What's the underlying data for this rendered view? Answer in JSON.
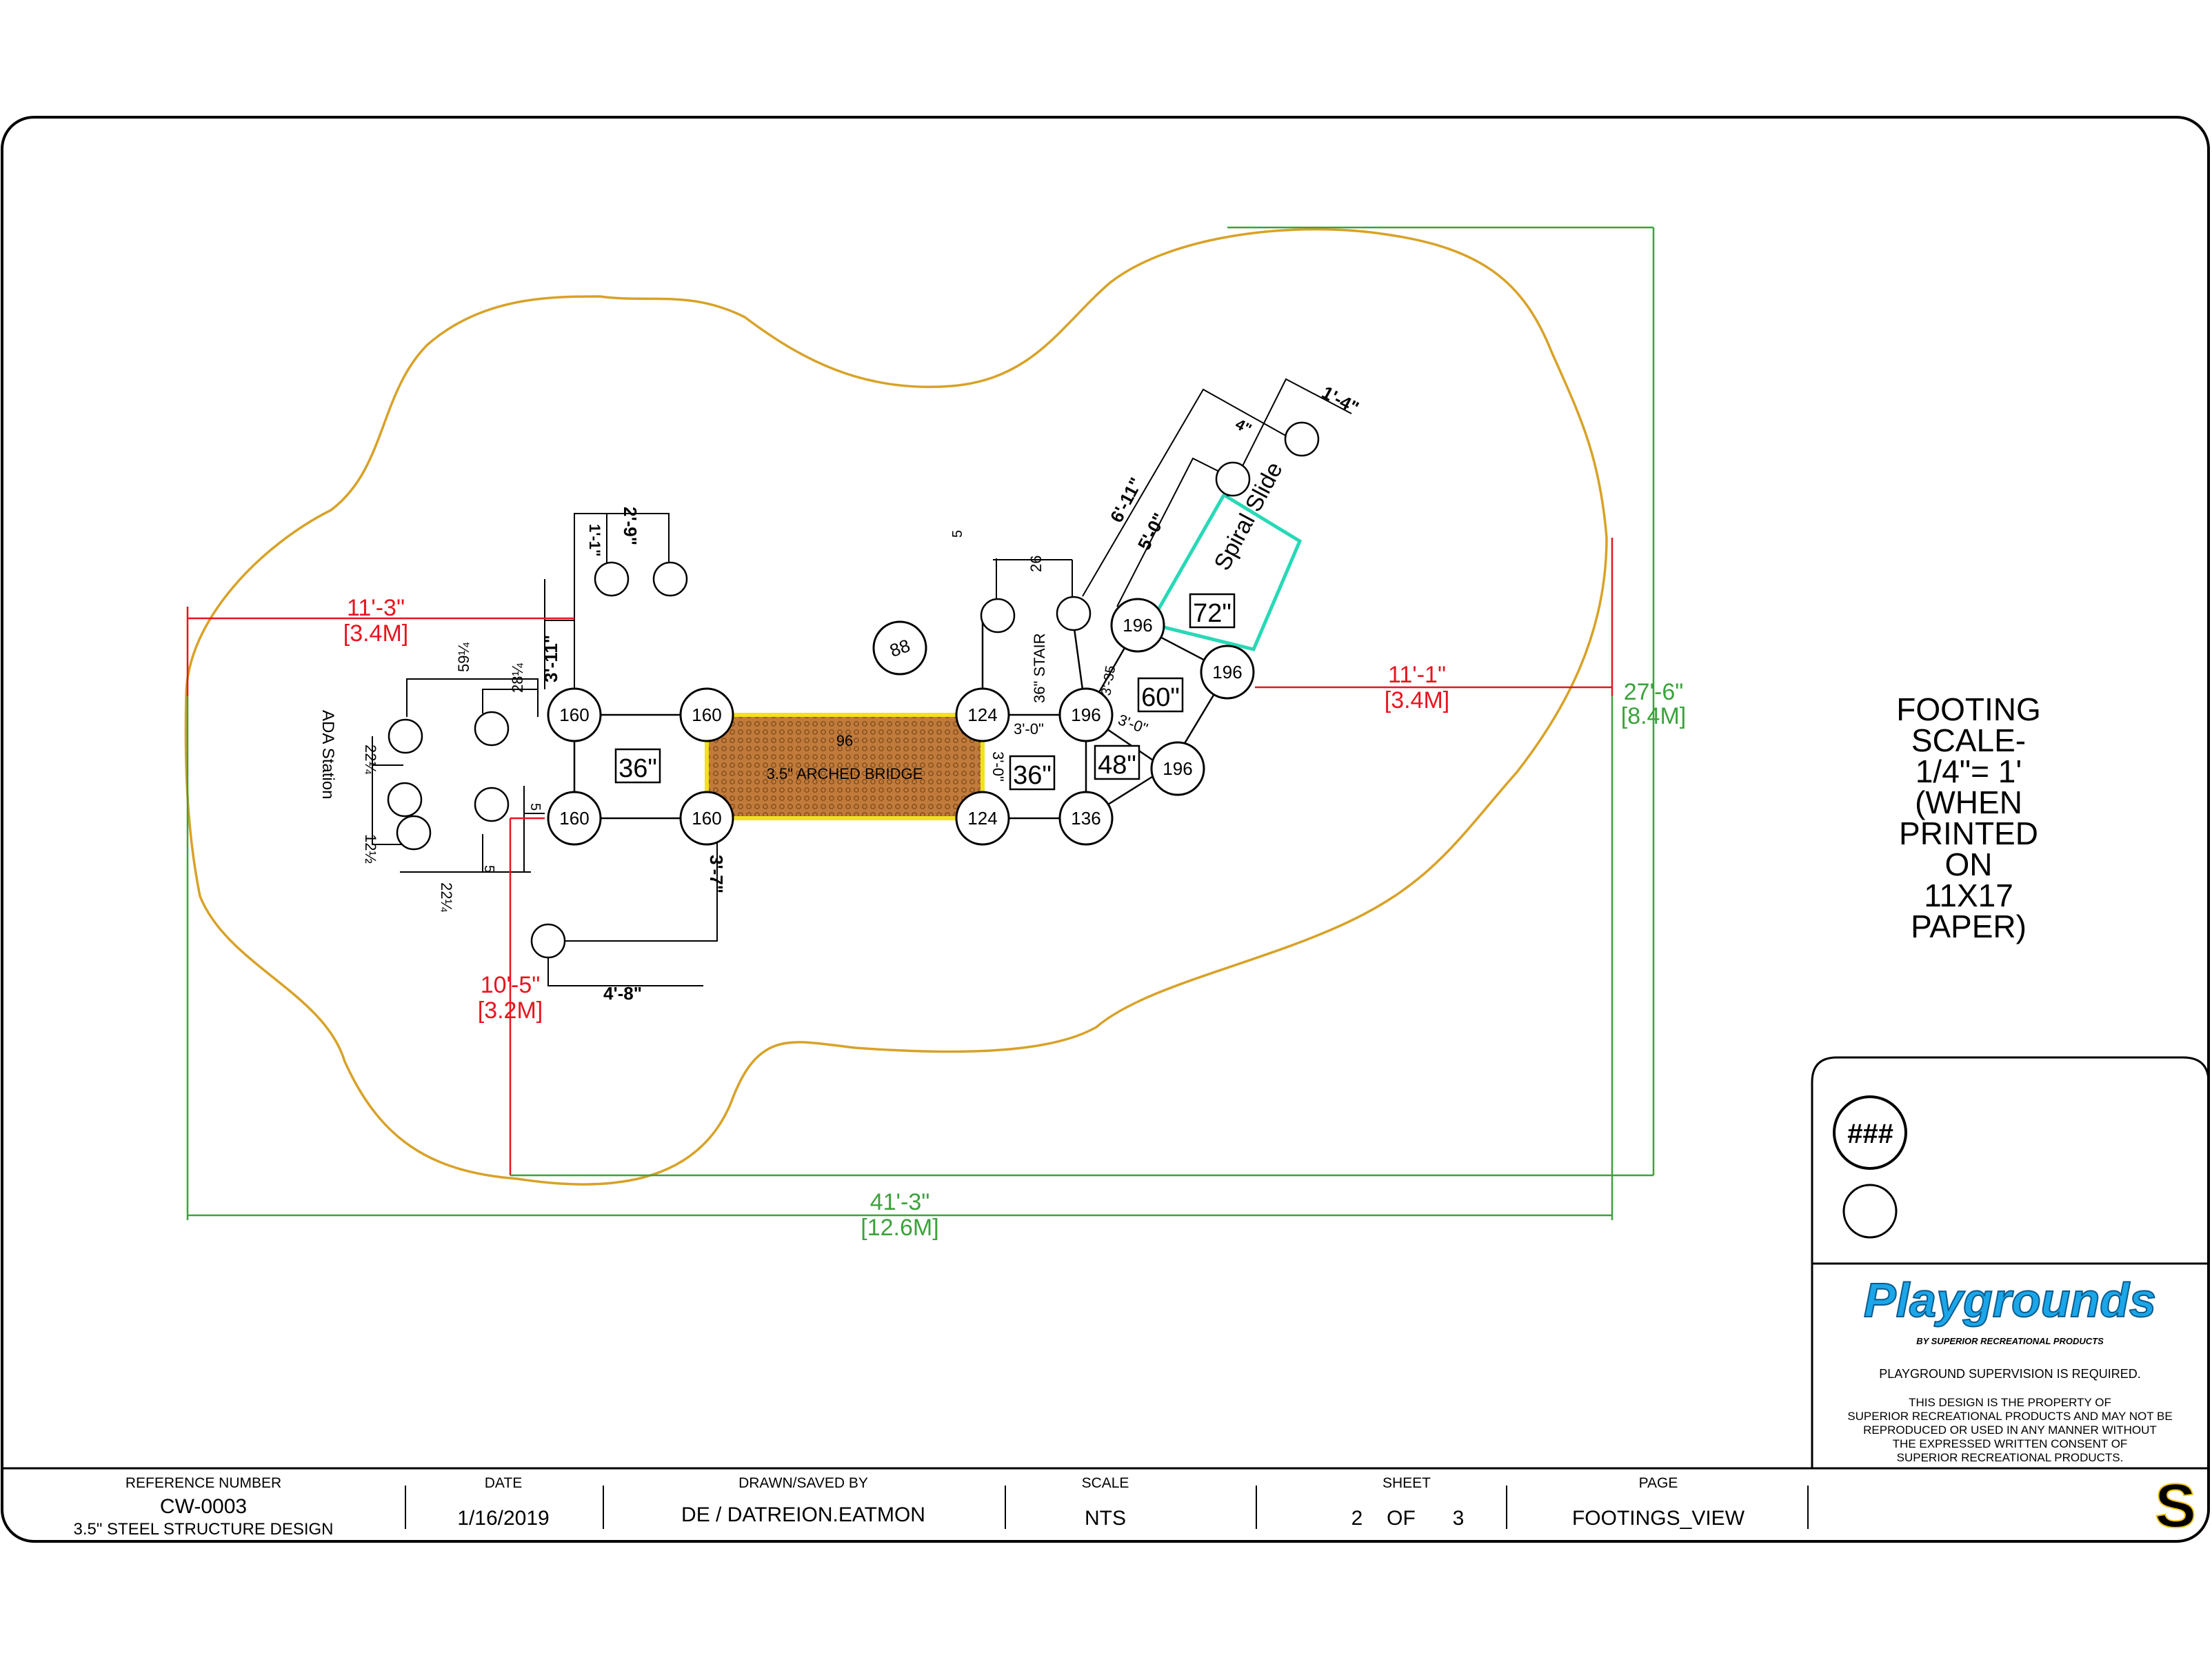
{
  "colors": {
    "border": "#000000",
    "playzone": "#d8a227",
    "dim_red": "#e8141e",
    "dim_green": "#3aa33a",
    "slide": "#27d9b6",
    "bridge_fill": "#c07b3c",
    "bridge_edge": "#f2e21a",
    "brand": "#1aa6e8"
  },
  "footings": [
    {
      "label": "160"
    },
    {
      "label": "160"
    },
    {
      "label": "160"
    },
    {
      "label": "160"
    },
    {
      "label": "124"
    },
    {
      "label": "124"
    },
    {
      "label": "196"
    },
    {
      "label": "136"
    },
    {
      "label": "196"
    },
    {
      "label": "196"
    },
    {
      "label": "196"
    },
    {
      "label": "88"
    }
  ],
  "decks": [
    "36\"",
    "36\"",
    "48\"",
    "60\"",
    "72\""
  ],
  "labels": {
    "ada": "ADA Station",
    "bridge": "3.5\" ARCHED  BRIDGE",
    "bridge_num": "96",
    "stair": "36\"  STAIR",
    "slide": "Spiral Slide"
  },
  "small_dims": {
    "d_2_9": "2'-9\"",
    "d_1_1": "1'-1\"",
    "d_3_11": "3'-11\"",
    "d_59": "59¼",
    "d_28": "28¼",
    "d_22a": "22¼",
    "d_12": "12½",
    "d_22b": "22¼",
    "d_5a": "5",
    "d_5b": "5",
    "d_3_7": "3'-7\"",
    "d_4_8": "4'-8\"",
    "d_5c": "5",
    "d_26": "26",
    "d_3_0a": "3'-0\"",
    "d_3_0b": "3'-0\"",
    "d_3_0c": "3'-0\"",
    "d_3_35": "3'-35",
    "d_6_11": "6'-11\"",
    "d_5_0": "5'-0\"",
    "d_1_4": "1'-4\"",
    "d_4": "4\""
  },
  "overall_dims": {
    "left_ft": "11'-3\"",
    "left_m": "[3.4M]",
    "right_ft": "11'-1\"",
    "right_m": "[3.4M]",
    "bottom_ft": "10'-5\"",
    "bottom_m": "[3.2M]",
    "width_ft": "41'-3\"",
    "width_m": "[12.6M]",
    "height_ft": "27'-6\"",
    "height_m": "[8.4M]"
  },
  "notes": {
    "footing": [
      "FOOTING",
      "SCALE-",
      "1/4\"= 1'",
      "(WHEN",
      "PRINTED",
      "ON",
      "11X17",
      "PAPER)"
    ]
  },
  "panel": {
    "badge": "###",
    "brand": "Playgrounds",
    "brand_sub": "BY SUPERIOR RECREATIONAL PRODUCTS",
    "supervision": "PLAYGROUND SUPERVISION IS REQUIRED.",
    "property": [
      "THIS DESIGN IS THE PROPERTY OF",
      "SUPERIOR RECREATIONAL PRODUCTS AND MAY NOT BE",
      "REPRODUCED OR USED IN ANY MANNER WITHOUT",
      "THE EXPRESSED WRITTEN CONSENT OF",
      "SUPERIOR RECREATIONAL PRODUCTS."
    ],
    "logo": "S"
  },
  "title_block": {
    "ref_label": "REFERENCE NUMBER",
    "ref_value": "CW-0003",
    "ref_desc": "3.5\" STEEL STRUCTURE DESIGN",
    "date_label": "DATE",
    "date_value": "1/16/2019",
    "drawn_label": "DRAWN/SAVED BY",
    "drawn_value": "DE  /  DATREION.EATMON",
    "scale_label": "SCALE",
    "scale_value": "NTS",
    "sheet_label": "SHEET",
    "sheet_num": "2",
    "sheet_of": "OF",
    "sheet_total": "3",
    "page_label": "PAGE",
    "page_value": "FOOTINGS_VIEW"
  }
}
